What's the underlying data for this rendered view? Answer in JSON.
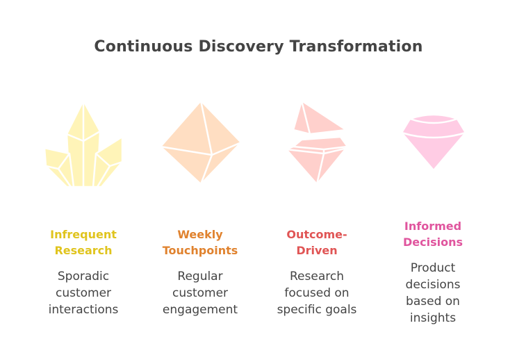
{
  "title": "Continuous Discovery Transformation",
  "stages": [
    {
      "label_line1": "Infrequent",
      "label_line2": "Research",
      "desc_line1": "Sporadic",
      "desc_line2": "customer",
      "desc_line3": "interactions",
      "desc_line4": "",
      "color": "#E0C41E",
      "icon": "crystal-cluster-icon",
      "icon_fill": "#FFF4B8"
    },
    {
      "label_line1": "Weekly",
      "label_line2": "Touchpoints",
      "desc_line1": "Regular",
      "desc_line2": "customer",
      "desc_line3": "engagement",
      "desc_line4": "",
      "color": "#E0822E",
      "icon": "octahedron-gem-icon",
      "icon_fill": "#FFDEC2"
    },
    {
      "label_line1": "Outcome-",
      "label_line2": "Driven",
      "desc_line1": "Research",
      "desc_line2": "focused on",
      "desc_line3": "specific goals",
      "desc_line4": "",
      "color": "#E05555",
      "icon": "split-gem-icon",
      "icon_fill": "#FFD0CC"
    },
    {
      "label_line1": "Informed",
      "label_line2": "Decisions",
      "desc_line1": "Product",
      "desc_line2": "decisions",
      "desc_line3": "based on",
      "desc_line4": "insights",
      "color": "#E0559E",
      "icon": "diamond-icon",
      "icon_fill": "#FFCCE4"
    }
  ]
}
